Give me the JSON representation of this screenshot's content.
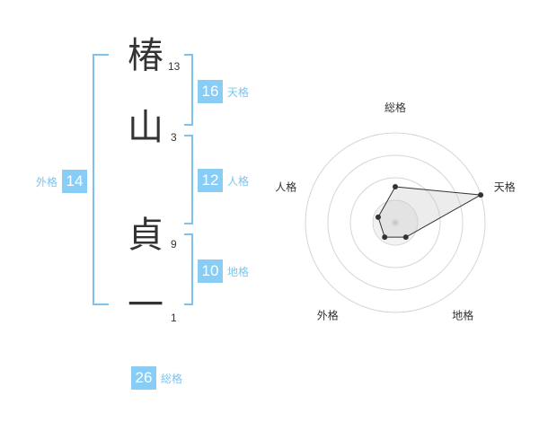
{
  "characters": [
    {
      "char": "椿",
      "strokes": "13"
    },
    {
      "char": "山",
      "strokes": "3"
    },
    {
      "char": "貞",
      "strokes": "9"
    },
    {
      "char": "一",
      "strokes": "1"
    }
  ],
  "fortunes": {
    "tenkaku": {
      "value": "16",
      "label": "天格"
    },
    "jinkaku": {
      "value": "12",
      "label": "人格"
    },
    "chikaku": {
      "value": "10",
      "label": "地格"
    },
    "gaikaku": {
      "value": "14",
      "label": "外格"
    },
    "soukaku": {
      "value": "26",
      "label": "総格"
    }
  },
  "colors": {
    "accent": "#88cdf6",
    "bracket": "#7cc4ee",
    "text": "#333333"
  },
  "chart_data": {
    "type": "radar",
    "axes": [
      "総格",
      "天格",
      "地格",
      "外格",
      "人格"
    ],
    "values": [
      2,
      5,
      1,
      1,
      1
    ],
    "max": 5,
    "rings": 4
  }
}
